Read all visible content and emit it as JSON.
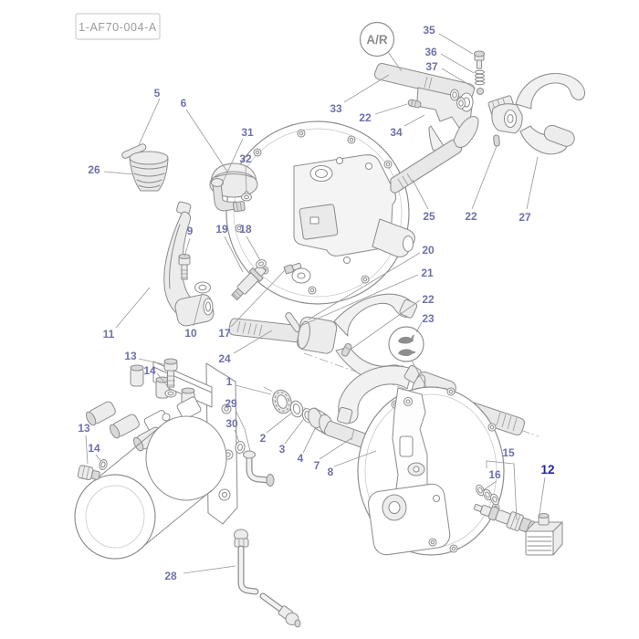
{
  "page": {
    "reference": "1-AF70-004-A"
  },
  "balloons": {
    "ar": "A/R"
  },
  "icons": {
    "fast": "rabbit-icon",
    "slow": "turtle-icon"
  },
  "colors": {
    "label": "#6f71a9",
    "label_highlight": "#2222a6",
    "line_art": "#8f8f8f",
    "background": "#ffffff"
  },
  "labels": {
    "p5": "5",
    "p6": "6",
    "p26": "26",
    "p9": "9",
    "p10": "10",
    "p11": "11",
    "p31": "31",
    "p32": "32",
    "p19": "19",
    "p18": "18",
    "p17": "17",
    "p24": "24",
    "p33": "33",
    "p22a": "22",
    "p34": "34",
    "p35": "35",
    "p36": "36",
    "p37": "37",
    "p25": "25",
    "p22b": "22",
    "p27": "27",
    "p20": "20",
    "p21": "21",
    "p22c": "22",
    "p23": "23",
    "p1": "1",
    "p29": "29",
    "p30": "30",
    "p2": "2",
    "p3": "3",
    "p4": "4",
    "p7": "7",
    "p8": "8",
    "p13a": "13",
    "p14a": "14",
    "p13b": "13",
    "p14b": "14",
    "p15": "15",
    "p16": "16",
    "p12": "12",
    "p28": "28"
  }
}
